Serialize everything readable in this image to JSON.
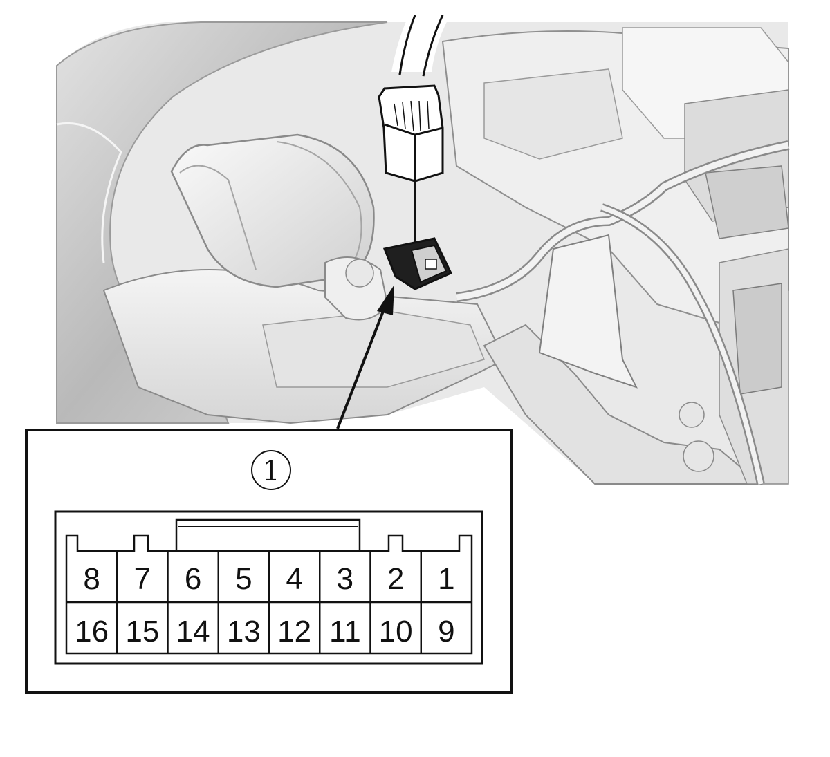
{
  "callout": {
    "number": "1",
    "marker": "①"
  },
  "connector": {
    "pins_top_row": [
      "8",
      "7",
      "6",
      "5",
      "4",
      "3",
      "2",
      "1"
    ],
    "pins_bottom_row": [
      "16",
      "15",
      "14",
      "13",
      "12",
      "11",
      "10",
      "9"
    ]
  },
  "colors": {
    "line": "#111111",
    "part_fill": "#f2f2f2",
    "part_shade": "#c8c8c8",
    "part_edge": "#8a8a8a",
    "connector_highlight": "#1a1a1a"
  }
}
